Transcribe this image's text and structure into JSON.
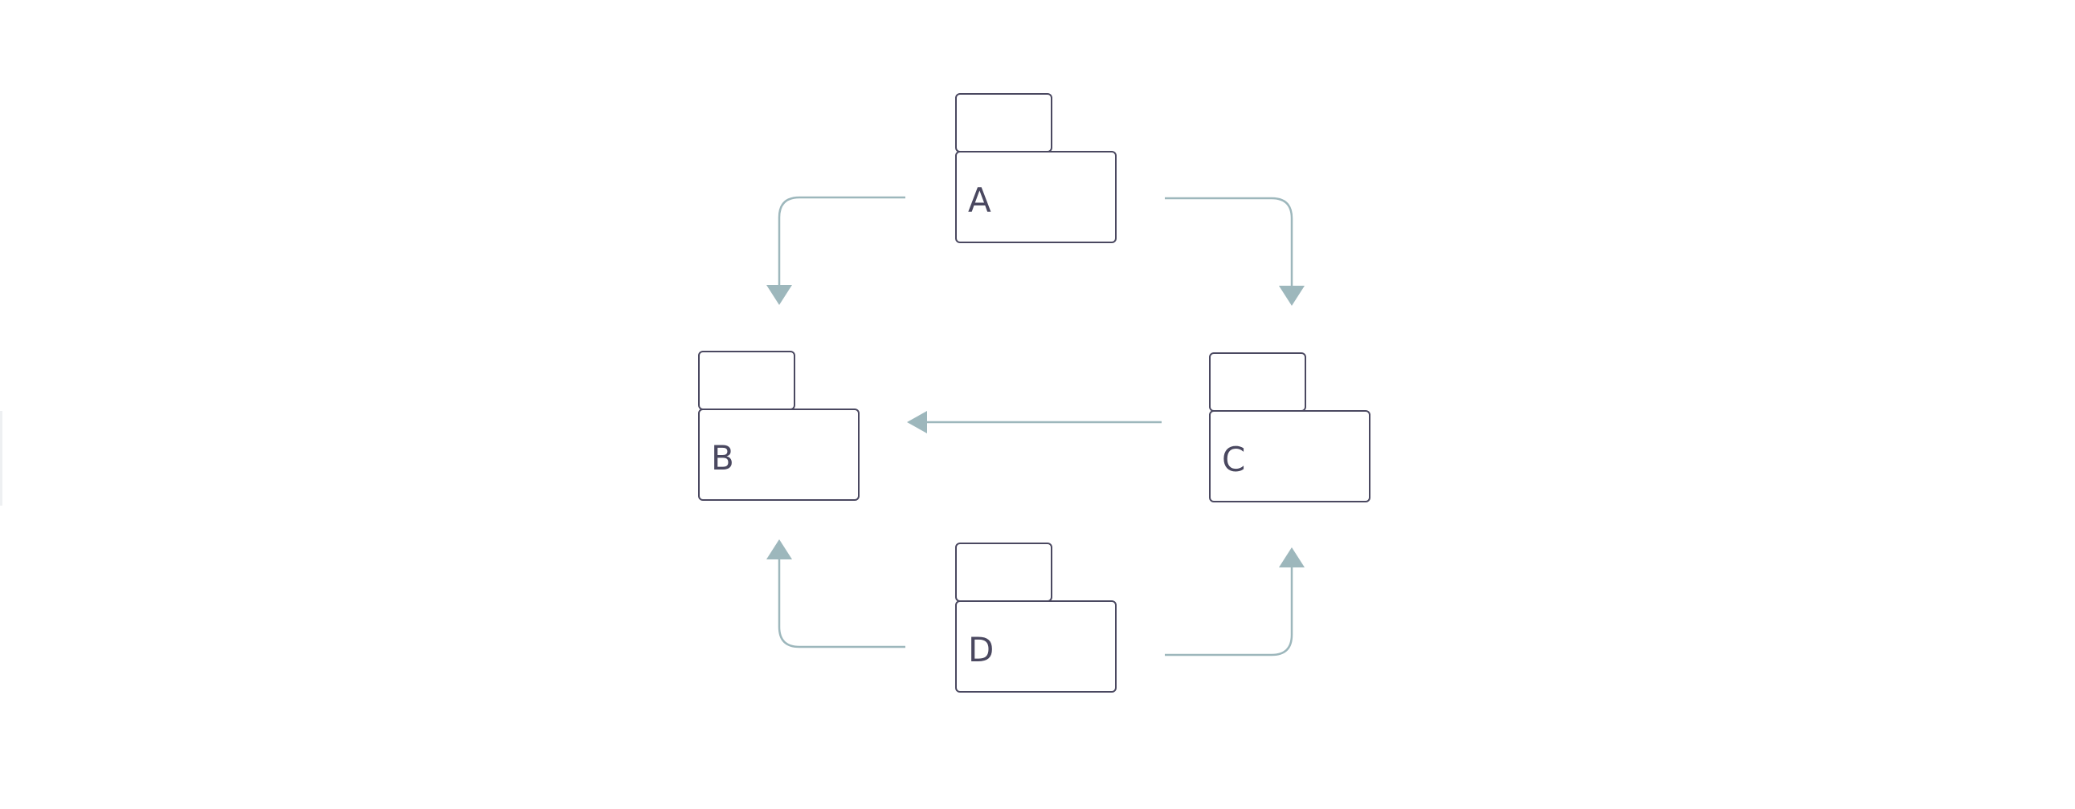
{
  "diagram": {
    "type": "package-diagram",
    "packages": [
      {
        "id": "A",
        "label": "A"
      },
      {
        "id": "B",
        "label": "B"
      },
      {
        "id": "C",
        "label": "C"
      },
      {
        "id": "D",
        "label": "D"
      }
    ],
    "dependencies": [
      {
        "from": "A",
        "to": "B"
      },
      {
        "from": "A",
        "to": "C"
      },
      {
        "from": "C",
        "to": "B"
      },
      {
        "from": "D",
        "to": "B"
      },
      {
        "from": "D",
        "to": "C"
      }
    ],
    "colors": {
      "package_stroke": "#4a4860",
      "label_text": "#4a4860",
      "connector": "#9db7bc",
      "background": "#ffffff"
    }
  }
}
